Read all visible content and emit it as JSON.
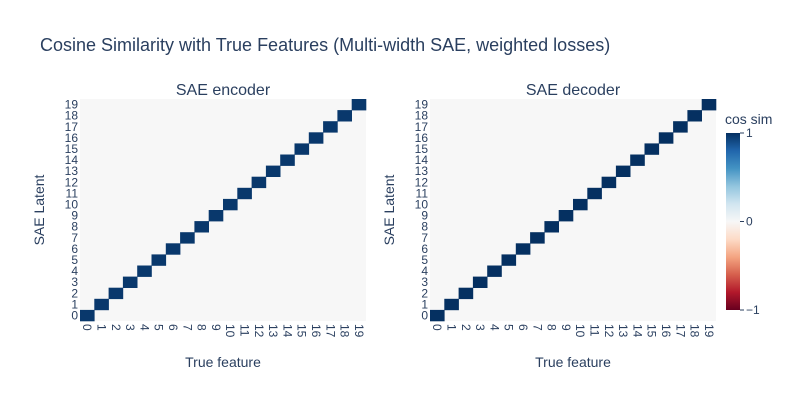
{
  "title": "Cosine Similarity with True Features (Multi-width SAE, weighted losses)",
  "colorbar": {
    "title": "cos sim",
    "tick_values": [
      -1,
      0,
      1
    ],
    "tick_labels": [
      "−1",
      "0",
      "1"
    ],
    "colorscale": [
      [
        0.0,
        "#67001f"
      ],
      [
        0.1,
        "#b2182b"
      ],
      [
        0.2,
        "#d6604d"
      ],
      [
        0.3,
        "#f4a582"
      ],
      [
        0.4,
        "#fddbc7"
      ],
      [
        0.5,
        "#f7f7f7"
      ],
      [
        0.6,
        "#d1e5f0"
      ],
      [
        0.7,
        "#92c5de"
      ],
      [
        0.8,
        "#4393c3"
      ],
      [
        0.9,
        "#2166ac"
      ],
      [
        1.0,
        "#053061"
      ]
    ]
  },
  "chart_data": [
    {
      "type": "heatmap",
      "title": "SAE encoder",
      "xlabel": "True feature",
      "ylabel": "SAE Latent",
      "x_ticks": [
        "0",
        "1",
        "2",
        "3",
        "4",
        "5",
        "6",
        "7",
        "8",
        "9",
        "10",
        "11",
        "12",
        "13",
        "14",
        "15",
        "16",
        "17",
        "18",
        "19"
      ],
      "y_ticks": [
        "0",
        "1",
        "2",
        "3",
        "4",
        "5",
        "6",
        "7",
        "8",
        "9",
        "10",
        "11",
        "12",
        "13",
        "14",
        "15",
        "16",
        "17",
        "18",
        "19"
      ],
      "zlim": [
        -1,
        1
      ],
      "off_diagonal_value": 0,
      "diagonal_values": [
        0.97,
        0.97,
        0.97,
        0.97,
        0.97,
        0.97,
        0.97,
        0.97,
        0.97,
        0.97,
        0.97,
        0.97,
        0.97,
        0.97,
        0.97,
        0.97,
        0.97,
        0.97,
        0.97,
        0.97
      ]
    },
    {
      "type": "heatmap",
      "title": "SAE decoder",
      "xlabel": "True feature",
      "ylabel": "SAE Latent",
      "x_ticks": [
        "0",
        "1",
        "2",
        "3",
        "4",
        "5",
        "6",
        "7",
        "8",
        "9",
        "10",
        "11",
        "12",
        "13",
        "14",
        "15",
        "16",
        "17",
        "18",
        "19"
      ],
      "y_ticks": [
        "0",
        "1",
        "2",
        "3",
        "4",
        "5",
        "6",
        "7",
        "8",
        "9",
        "10",
        "11",
        "12",
        "13",
        "14",
        "15",
        "16",
        "17",
        "18",
        "19"
      ],
      "zlim": [
        -1,
        1
      ],
      "off_diagonal_value": 0,
      "diagonal_values": [
        1,
        1,
        1,
        1,
        1,
        1,
        1,
        1,
        1,
        1,
        1,
        1,
        1,
        1,
        1,
        1,
        1,
        1,
        1,
        1
      ]
    }
  ]
}
